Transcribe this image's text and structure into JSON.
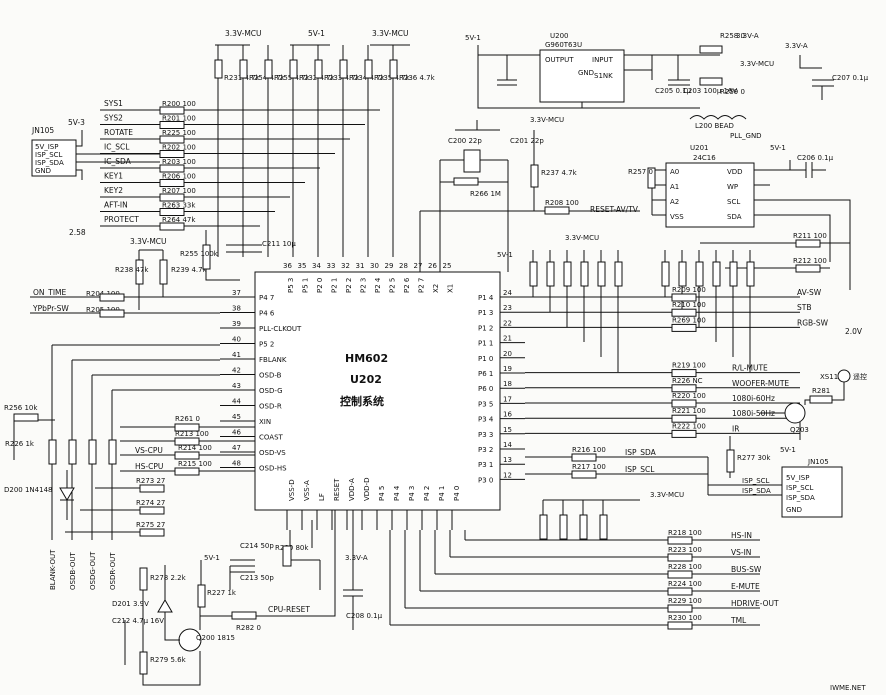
{
  "main_ic": {
    "line1": "HM602",
    "line2": "U202",
    "line3": "控制系统"
  },
  "left_pins": [
    {
      "num": "37",
      "name": "P4 7"
    },
    {
      "num": "38",
      "name": "P4 6"
    },
    {
      "num": "39",
      "name": "PLL-CLKOUT"
    },
    {
      "num": "40",
      "name": "P5 2"
    },
    {
      "num": "41",
      "name": "FBLANK"
    },
    {
      "num": "42",
      "name": "OSD-B"
    },
    {
      "num": "43",
      "name": "OSD-G"
    },
    {
      "num": "44",
      "name": "OSD-R"
    },
    {
      "num": "45",
      "name": "XIN"
    },
    {
      "num": "46",
      "name": "COAST"
    },
    {
      "num": "47",
      "name": "OSD-VS"
    },
    {
      "num": "48",
      "name": "OSD-HS"
    }
  ],
  "right_pins": [
    {
      "num": "24",
      "name": "P1 4"
    },
    {
      "num": "23",
      "name": "P1 3"
    },
    {
      "num": "22",
      "name": "P1 2"
    },
    {
      "num": "21",
      "name": "P1 1"
    },
    {
      "num": "20",
      "name": "P1 0"
    },
    {
      "num": "19",
      "name": "P6 1"
    },
    {
      "num": "18",
      "name": "P6 0"
    },
    {
      "num": "17",
      "name": "P3 5"
    },
    {
      "num": "16",
      "name": "P3 4"
    },
    {
      "num": "15",
      "name": "P3 3"
    },
    {
      "num": "14",
      "name": "P3 2"
    },
    {
      "num": "13",
      "name": "P3 1"
    },
    {
      "num": "12",
      "name": "P3 0"
    }
  ],
  "top_pins": [
    {
      "num": "36",
      "name": "P5 3"
    },
    {
      "num": "35",
      "name": "P5 1"
    },
    {
      "num": "34",
      "name": "P2 0"
    },
    {
      "num": "33",
      "name": "P2 1"
    },
    {
      "num": "32",
      "name": "P2 2"
    },
    {
      "num": "31",
      "name": "P2 3"
    },
    {
      "num": "30",
      "name": "P2 4"
    },
    {
      "num": "29",
      "name": "P2 5"
    },
    {
      "num": "28",
      "name": "P2 6"
    },
    {
      "num": "27",
      "name": "P2 7"
    },
    {
      "num": "26",
      "name": "X2"
    },
    {
      "num": "25",
      "name": "X1"
    }
  ],
  "bottom_pins": [
    "VSS-D",
    "VSS-A",
    "LF",
    "RESET",
    "VDD-A",
    "VDD-D",
    "P4 5",
    "P4 4",
    "P4 3",
    "P4 2",
    "P4 1",
    "P4 0"
  ],
  "power": {
    "mcu": "3.3V-MCU",
    "v1": "5V-1",
    "va": "3.3V-A",
    "v3": "5V-3"
  },
  "top_resistors": [
    "R231 4.7k",
    "R254 4.7k",
    "R255 4.7k",
    "R232 4.7k",
    "R233 4.7k",
    "R234 4.7k",
    "R235 4.7k",
    "R236 4.7k"
  ],
  "left_signals": [
    {
      "name": "SYS1",
      "res": "R200 100"
    },
    {
      "name": "SYS2",
      "res": "R201 100"
    },
    {
      "name": "ROTATE",
      "res": "R225 100"
    },
    {
      "name": "IC_SCL",
      "res": "R202 100"
    },
    {
      "name": "IC_SDA",
      "res": "R203 100"
    },
    {
      "name": "KEY1",
      "res": "R206 100"
    },
    {
      "name": "KEY2",
      "res": "R207 100"
    },
    {
      "name": "AFT-IN",
      "res": "R263 33k"
    },
    {
      "name": "PROTECT",
      "res": "R264 47k"
    }
  ],
  "left_inputs": [
    {
      "name": "ON_TIME",
      "res": "R204 100"
    },
    {
      "name": "YPbPr-SW",
      "res": "R205 100"
    }
  ],
  "jn105_left": {
    "title": "JN105",
    "pins": [
      "5V_ISP",
      "ISP_SCL",
      "ISP_SDA",
      "GND"
    ]
  },
  "jn105_right": {
    "title": "JN105",
    "pins": [
      "5V_ISP",
      "ISP_SCL",
      "ISP_SDA",
      "GND"
    ]
  },
  "regulator": {
    "ref": "U200",
    "part": "G960T63U",
    "out": "OUTPUT",
    "in": "INPUT",
    "gnd": "GND",
    "sink": "S1NK"
  },
  "eeprom": {
    "ref": "U201",
    "part": "24C16",
    "pins": [
      "A0",
      "A1",
      "A2",
      "VSS",
      "VDD",
      "WP",
      "SCL",
      "SDA"
    ]
  },
  "right_outputs": [
    {
      "name": "AV-SW",
      "res": "R209 100"
    },
    {
      "name": "STB",
      "res": "R210 100"
    },
    {
      "name": "RGB-SW",
      "res": "R269 100"
    },
    {
      "name": "R/L-MUTE",
      "res": "R219 100"
    },
    {
      "name": "WOOFER-MUTE",
      "res": "R226 NC"
    },
    {
      "name": "1080i-60Hz",
      "res": "R220 100"
    },
    {
      "name": "1080i-50Hz",
      "res": "R221 100"
    },
    {
      "name": "IR",
      "res": "R222 100"
    }
  ],
  "isp_lines": [
    {
      "name": "ISP_SDA",
      "res": "R216 100"
    },
    {
      "name": "ISP_SCL",
      "res": "R217 100"
    }
  ],
  "bottom_outputs": [
    {
      "name": "HS-IN",
      "res": "R218 100"
    },
    {
      "name": "VS-IN",
      "res": "R223 100"
    },
    {
      "name": "BUS-SW",
      "res": "R228 100"
    },
    {
      "name": "E-MUTE",
      "res": "R224 100"
    },
    {
      "name": "HDRIVE-OUT",
      "res": "R229 100"
    },
    {
      "name": "TML",
      "res": "R230 100"
    }
  ],
  "osd_inputs": [
    {
      "name": "VS-CPU",
      "res": "R214 100"
    },
    {
      "name": "HS-CPU",
      "res": "R215 100"
    }
  ],
  "blank_outputs": [
    "BLANK-OUT",
    "OSDB-OUT",
    "OSDG-OUT",
    "OSDR-OUT"
  ],
  "misc_labels": {
    "reset_av": "RESET-AV/TV",
    "pll_gnd": "PLL_GND",
    "bead": "L200 BEAD",
    "cpu_reset": "CPU-RESET",
    "diode": "D200 1N4148",
    "zener": "D201 3.9V",
    "transistor": "Q200 1815",
    "q203": "Q203",
    "xs11": "XS11",
    "xs11_sym": "遥控",
    "side": "2.58",
    "side2": "2.0V",
    "watermark": "IWME.NET",
    "r208": "R208 100",
    "r211": "R211 100",
    "r212": "R212 100",
    "r213": "R213 100",
    "r261": "R261 0",
    "r273": "R273 27",
    "r274": "R274 27",
    "r275": "R275 27",
    "r256": "R256 10k",
    "r226": "R226 1k",
    "r277": "R277 30k",
    "r281": "R281",
    "c214": "C214 50p",
    "c213": "C213 50p",
    "r280": "R280 80k",
    "r282": "R282 0",
    "c208": "C208 0.1µ",
    "c211": "C211 10µ",
    "c200": "C200 22p",
    "c201": "C201 22p",
    "r266": "R266 1M",
    "r237": "R237 4.7k",
    "c207": "C207 0.1µ",
    "c206": "C206 0.1µ",
    "c205": "C205 0.1µ",
    "c203": "C203 100µ 16V",
    "r258": "R258 0",
    "r259": "R259 0",
    "r257": "R257 0",
    "r255b": "R255 100k",
    "r238": "R238 47k",
    "r239": "R239 4.7k",
    "r278": "R278 2.2k",
    "r279": "R279 5.6k",
    "r227": "R227 1k",
    "c212": "C212 4.7µ 16V"
  }
}
